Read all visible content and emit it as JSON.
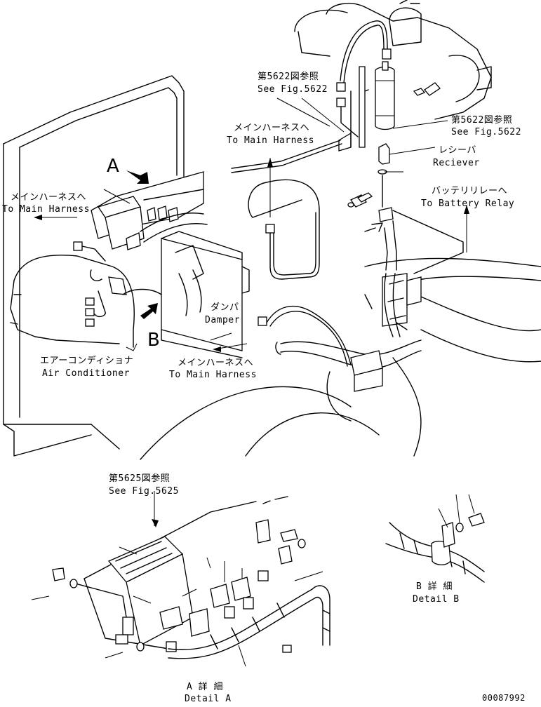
{
  "labels": {
    "see_fig_5622_top_jp": "第5622図参照",
    "see_fig_5622_top_en": "See Fig.5622",
    "main_harness_center_jp": "メインハーネスへ",
    "main_harness_center_en": "To Main Harness",
    "see_fig_5622_right_jp": "第5622図参照",
    "see_fig_5622_right_en": "See Fig.5622",
    "receiver_jp": "レシーバ",
    "receiver_en": "Reciever",
    "main_harness_left_jp": "メインハーネスへ",
    "main_harness_left_en": "To Main Harness",
    "battery_relay_jp": "バッテリリレーへ",
    "battery_relay_en": "To Battery Relay",
    "damper_jp": "ダンパ",
    "damper_en": "Damper",
    "air_conditioner_jp": "エアーコンディショナ",
    "air_conditioner_en": "Air Conditioner",
    "main_harness_bottom_jp": "メインハーネスへ",
    "main_harness_bottom_en": "To Main Harness",
    "see_fig_5625_jp": "第5625図参照",
    "see_fig_5625_en": "See Fig.5625",
    "detail_b_jp": "B 詳 細",
    "detail_b_en": "Detail B",
    "detail_a_jp": "A 詳 細",
    "detail_a_en": "Detail A",
    "view_a": "A",
    "view_b": "B",
    "drawing_number": "00087992"
  }
}
